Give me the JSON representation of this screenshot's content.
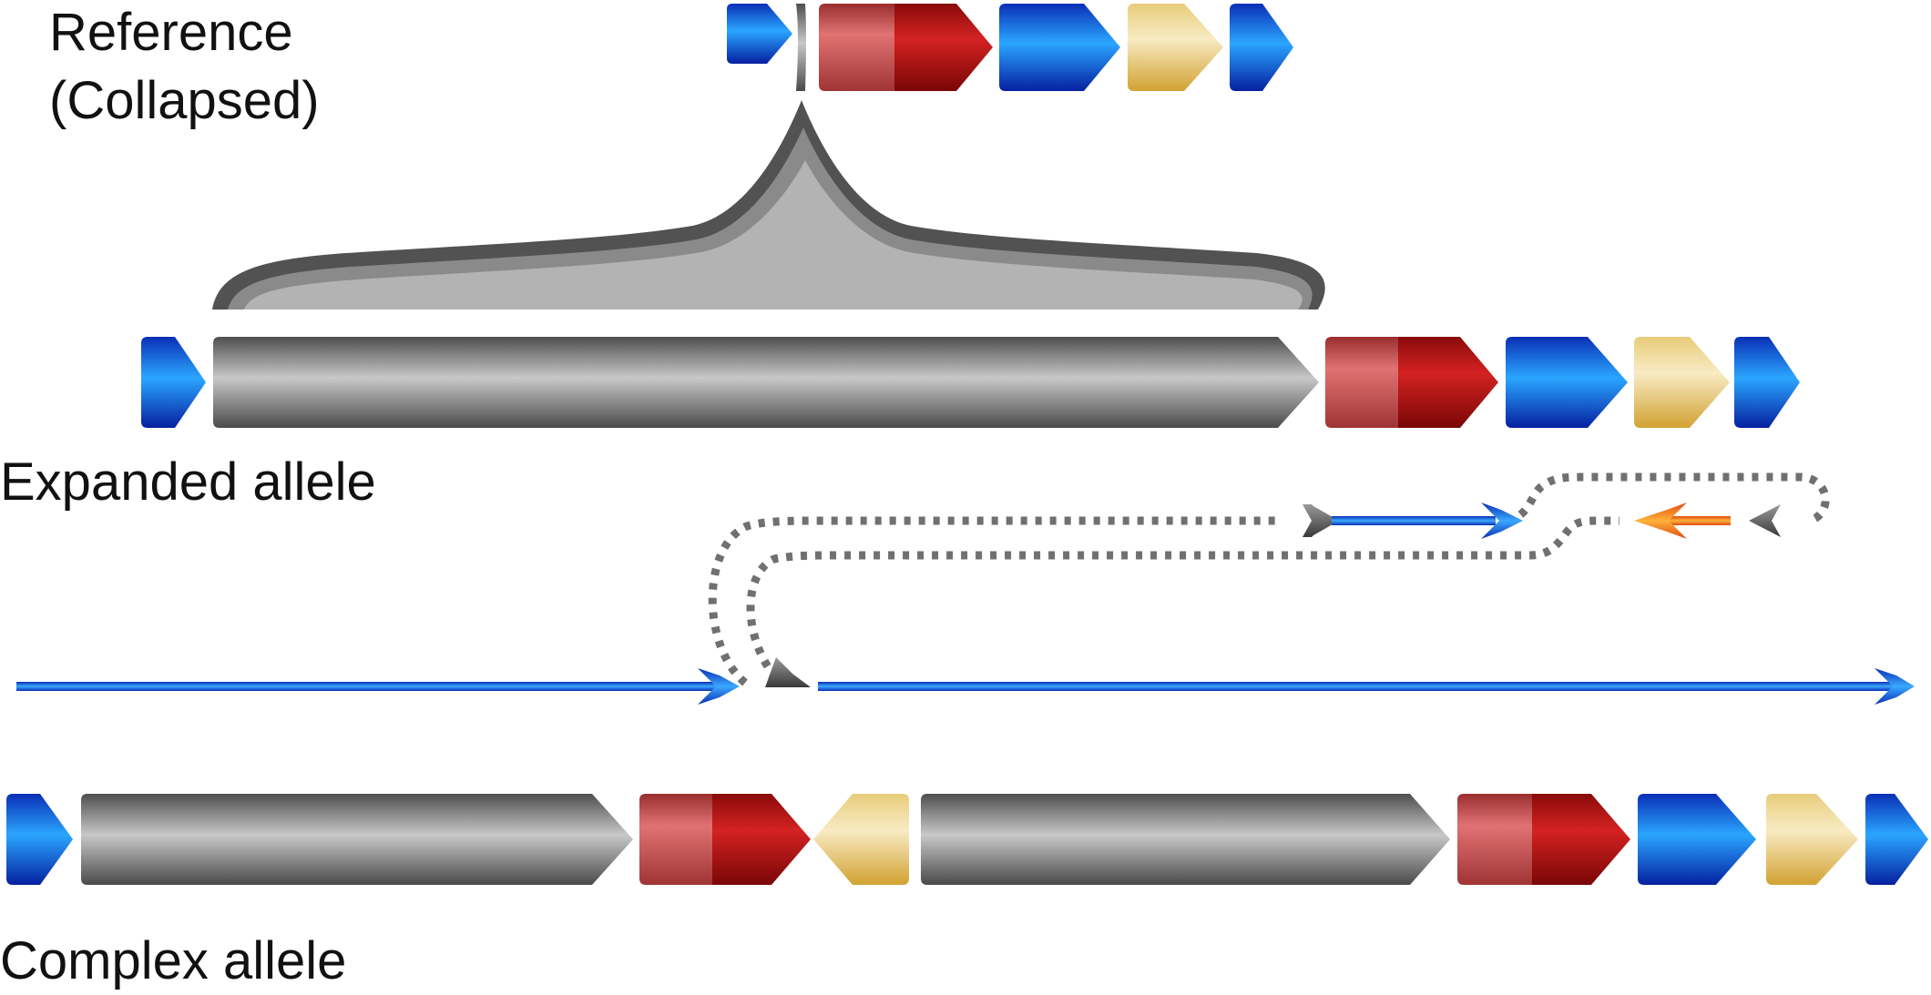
{
  "labels": {
    "reference": "Reference",
    "reference_sub": "(Collapsed)",
    "expanded": "Expanded allele",
    "complex": "Complex allele"
  },
  "colors": {
    "blue_light": "#2aa6ff",
    "blue_dark": "#0620a0",
    "red_light": "#e07070",
    "red_dark": "#8a0808",
    "tan_light": "#f7e7bb",
    "tan_dark": "#d4a63a",
    "gray_light": "#cfcfcf",
    "gray_dark": "#555555",
    "orange": "#ff7a1a",
    "bracket_fill": "#b3b3b3",
    "bracket_edge": "#555555",
    "dots": "#707070"
  },
  "tracks": {
    "reference": [
      "blue",
      "gray-sliver",
      "red",
      "blue",
      "tan",
      "blue"
    ],
    "expanded": [
      "blue",
      "gray-long",
      "red",
      "blue",
      "tan",
      "blue"
    ],
    "complex": [
      "blue",
      "gray-long",
      "red",
      "tan-reverse",
      "gray-long",
      "red",
      "blue",
      "tan",
      "blue"
    ]
  }
}
